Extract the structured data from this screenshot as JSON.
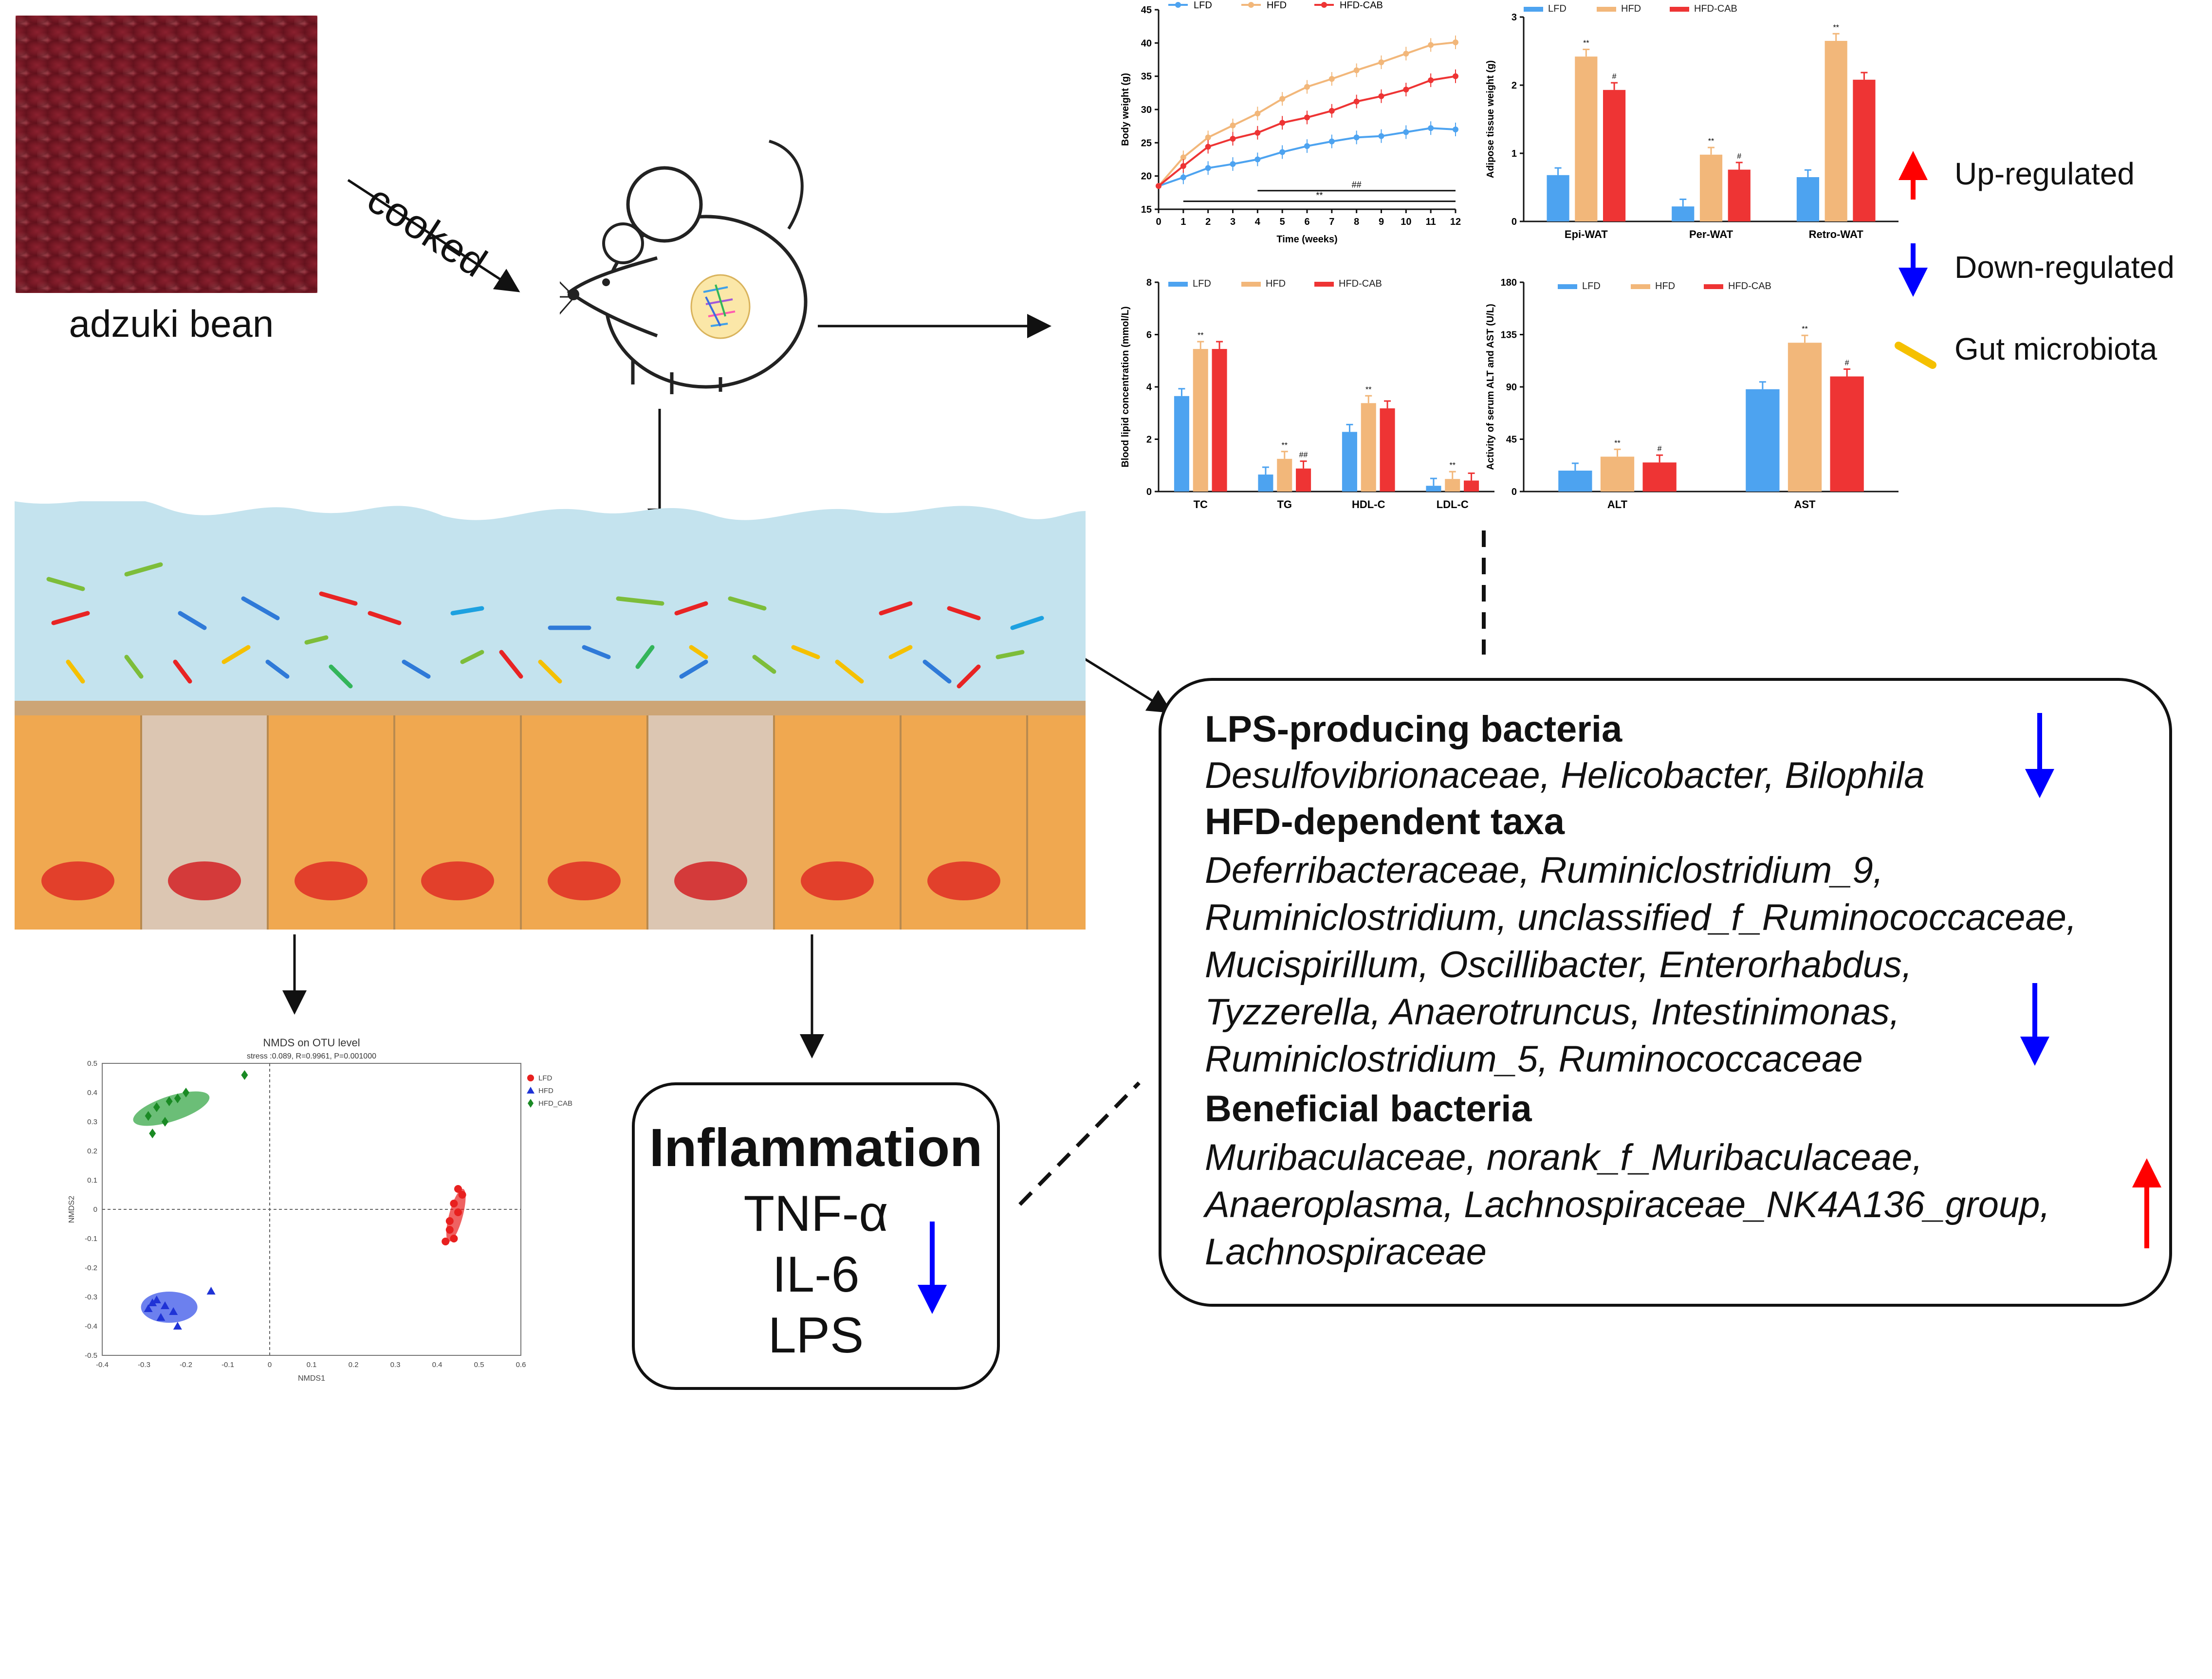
{
  "bean": {
    "caption": "adzuki bean"
  },
  "arrow_label": "cooked",
  "legend": {
    "up": {
      "label": "Up-regulated",
      "color": "#ff0000"
    },
    "down": {
      "label": "Down-regulated",
      "color": "#0000ff"
    },
    "gut": {
      "label": "Gut microbiota",
      "color": "#f5c000"
    }
  },
  "inflammation": {
    "title": "Inflammation",
    "items": [
      "TNF-α",
      "IL-6",
      "LPS"
    ]
  },
  "bacteria": {
    "lps_head": "LPS-producing bacteria",
    "lps_line1": "Desulfovibrionaceae, Helicobacter, Bilophila",
    "hfd_head": "HFD-dependent taxa",
    "hfd_lines": [
      "Deferribacteraceae, Ruminiclostridium_9,",
      "Ruminiclostridium, unclassified_f_Ruminococcaceae,",
      "Mucispirillum, Oscillibacter, Enterorhabdus,",
      "Tyzzerella, Anaerotruncus, Intestinimonas,",
      "Ruminiclostridium_5, Ruminococcaceae"
    ],
    "ben_head": "Beneficial bacteria",
    "ben_lines": [
      "Muribaculaceae, norank_f_Muribaculaceae,",
      "Anaeroplasma, Lachnospiraceae_NK4A136_group,",
      "Lachnospiraceae"
    ]
  },
  "colors": {
    "LFD": "#4da3f0",
    "HFD": "#f2b77a",
    "HFD-CAB": "#ee3434"
  },
  "chart_data": [
    {
      "type": "line",
      "ylabel": "Body weight (g)",
      "xlabel": "Time (weeks)",
      "x": [
        0,
        1,
        2,
        3,
        4,
        5,
        6,
        7,
        8,
        9,
        10,
        11,
        12
      ],
      "ylim": [
        15,
        45
      ],
      "yticks": [
        "15",
        "20",
        "25",
        "30",
        "35",
        "40",
        "45"
      ],
      "xticks": [
        "0",
        "1",
        "2",
        "3",
        "4",
        "5",
        "6",
        "7",
        "8",
        "9",
        "10",
        "11",
        "12"
      ],
      "series": [
        {
          "name": "LFD",
          "values": [
            18.5,
            19.8,
            21.2,
            21.8,
            22.5,
            23.6,
            24.5,
            25.2,
            25.8,
            26.0,
            26.6,
            27.2,
            27.0
          ]
        },
        {
          "name": "HFD",
          "values": [
            18.5,
            22.8,
            25.8,
            27.6,
            29.4,
            31.6,
            33.4,
            34.6,
            35.9,
            37.1,
            38.4,
            39.7,
            40.1
          ]
        },
        {
          "name": "HFD-CAB",
          "values": [
            18.5,
            21.5,
            24.4,
            25.6,
            26.5,
            28.0,
            28.8,
            29.8,
            31.2,
            32.0,
            33.0,
            34.4,
            35.0
          ]
        }
      ],
      "annotations": [
        "##",
        "**"
      ]
    },
    {
      "type": "bar",
      "ylabel": "Adipose tissue weight (g)",
      "categories": [
        "Epi-WAT",
        "Per-WAT",
        "Retro-WAT"
      ],
      "ylim": [
        0,
        3
      ],
      "yticks": [
        "0",
        "1",
        "2",
        "3"
      ],
      "series": [
        {
          "name": "LFD",
          "values": [
            0.68,
            0.22,
            0.65
          ]
        },
        {
          "name": "HFD",
          "values": [
            2.42,
            0.98,
            2.65
          ]
        },
        {
          "name": "HFD-CAB",
          "values": [
            1.93,
            0.76,
            2.08
          ]
        }
      ],
      "marks": [
        [
          "",
          "**",
          "#"
        ],
        [
          "",
          "**",
          "#"
        ],
        [
          "",
          "**",
          ""
        ]
      ]
    },
    {
      "type": "bar",
      "ylabel": "Blood lipid concentration (mmol/L)",
      "categories": [
        "TC",
        "TG",
        "HDL-C",
        "LDL-C"
      ],
      "ylim": [
        0,
        8
      ],
      "yticks": [
        "0",
        "2",
        "4",
        "6",
        "8"
      ],
      "series": [
        {
          "name": "LFD",
          "values": [
            3.65,
            0.65,
            2.28,
            0.22
          ]
        },
        {
          "name": "HFD",
          "values": [
            5.45,
            1.25,
            3.38,
            0.48
          ]
        },
        {
          "name": "HFD-CAB",
          "values": [
            5.45,
            0.88,
            3.18,
            0.42
          ]
        }
      ],
      "marks": [
        [
          "",
          "**",
          ""
        ],
        [
          "",
          "**",
          "##"
        ],
        [
          "",
          "**",
          ""
        ],
        [
          "",
          "**",
          ""
        ]
      ]
    },
    {
      "type": "bar",
      "ylabel": "Activity of serum ALT and AST (U/L)",
      "categories": [
        "ALT",
        "AST"
      ],
      "ylim": [
        0,
        180
      ],
      "yticks": [
        "0",
        "45",
        "90",
        "135",
        "180"
      ],
      "series": [
        {
          "name": "LFD",
          "values": [
            18,
            88
          ]
        },
        {
          "name": "HFD",
          "values": [
            30,
            128
          ]
        },
        {
          "name": "HFD-CAB",
          "values": [
            25,
            99
          ]
        }
      ],
      "marks": [
        [
          "",
          "**",
          "#"
        ],
        [
          "",
          "**",
          "#"
        ]
      ]
    },
    {
      "type": "scatter",
      "title": "NMDS on OTU level",
      "subtitle": "stress :0.089, R=0.9961, P=0.001000",
      "xlabel": "NMDS1",
      "ylabel": "NMDS2",
      "xlim": [
        -0.4,
        0.6
      ],
      "ylim": [
        -0.5,
        0.5
      ],
      "xticks": [
        "-0.4",
        "-0.3",
        "-0.2",
        "-0.1",
        "0",
        "0.1",
        "0.2",
        "0.3",
        "0.4",
        "0.5",
        "0.6"
      ],
      "yticks": [
        "0.5",
        "0.4",
        "0.3",
        "0.2",
        "0.1",
        "0",
        "-0.1",
        "-0.2",
        "-0.3",
        "-0.4",
        "-0.5"
      ],
      "series": [
        {
          "name": "LFD",
          "points": [
            [
              0.45,
              0.07
            ],
            [
              0.46,
              0.05
            ],
            [
              0.44,
              0.02
            ],
            [
              0.45,
              -0.01
            ],
            [
              0.43,
              -0.04
            ],
            [
              0.42,
              -0.11
            ],
            [
              0.44,
              -0.1
            ],
            [
              0.43,
              -0.07
            ]
          ]
        },
        {
          "name": "HFD",
          "points": [
            [
              -0.29,
              -0.34
            ],
            [
              -0.27,
              -0.31
            ],
            [
              -0.25,
              -0.33
            ],
            [
              -0.23,
              -0.35
            ],
            [
              -0.22,
              -0.4
            ],
            [
              -0.26,
              -0.37
            ],
            [
              -0.14,
              -0.28
            ],
            [
              -0.28,
              -0.32
            ]
          ]
        },
        {
          "name": "HFD_CAB",
          "points": [
            [
              -0.29,
              0.32
            ],
            [
              -0.27,
              0.35
            ],
            [
              -0.24,
              0.37
            ],
            [
              -0.22,
              0.38
            ],
            [
              -0.2,
              0.4
            ],
            [
              -0.28,
              0.26
            ],
            [
              -0.25,
              0.3
            ],
            [
              -0.06,
              0.46
            ]
          ]
        }
      ]
    }
  ]
}
